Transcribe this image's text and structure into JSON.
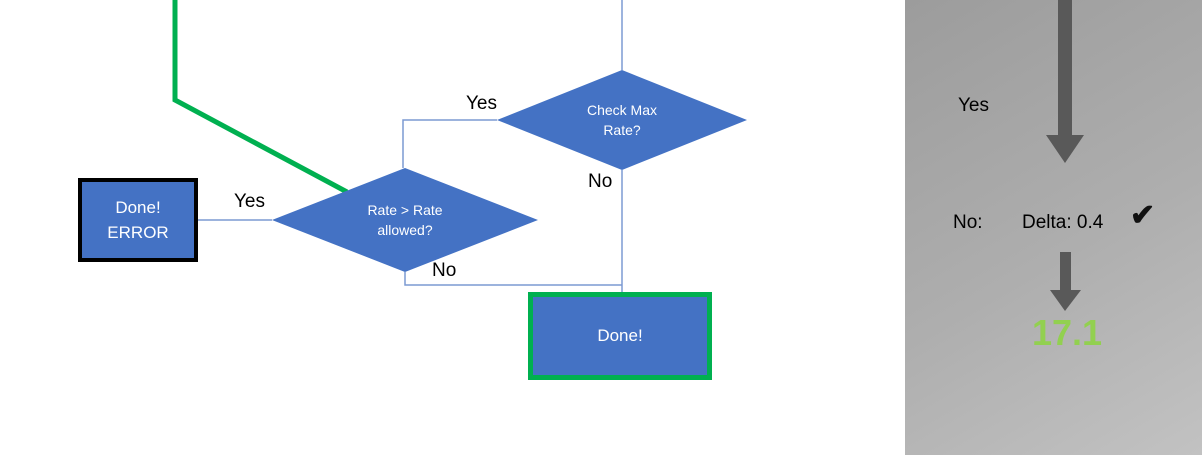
{
  "colors": {
    "shape_blue": "#4472C4",
    "accent_green": "#00B050",
    "result_green": "#92D050",
    "arrow_gray": "#595959",
    "panel_gray": "#ABABAB"
  },
  "flowchart": {
    "check_max_decision": {
      "line1": "Check Max",
      "line2": "Rate?"
    },
    "rate_decision": {
      "line1": "Rate > Rate",
      "line2": "allowed?"
    },
    "done_error_box": {
      "line1": "Done!",
      "line2": "ERROR"
    },
    "done_box": {
      "label": "Done!"
    },
    "edge_labels": {
      "check_max_yes": "Yes",
      "check_max_no": "No",
      "rate_yes": "Yes",
      "rate_no": "No"
    }
  },
  "side_panel": {
    "yes_label": "Yes",
    "no_label": "No:",
    "delta_value": "Delta: 0.4",
    "checkmark": "✔",
    "result_value": "17.1"
  }
}
